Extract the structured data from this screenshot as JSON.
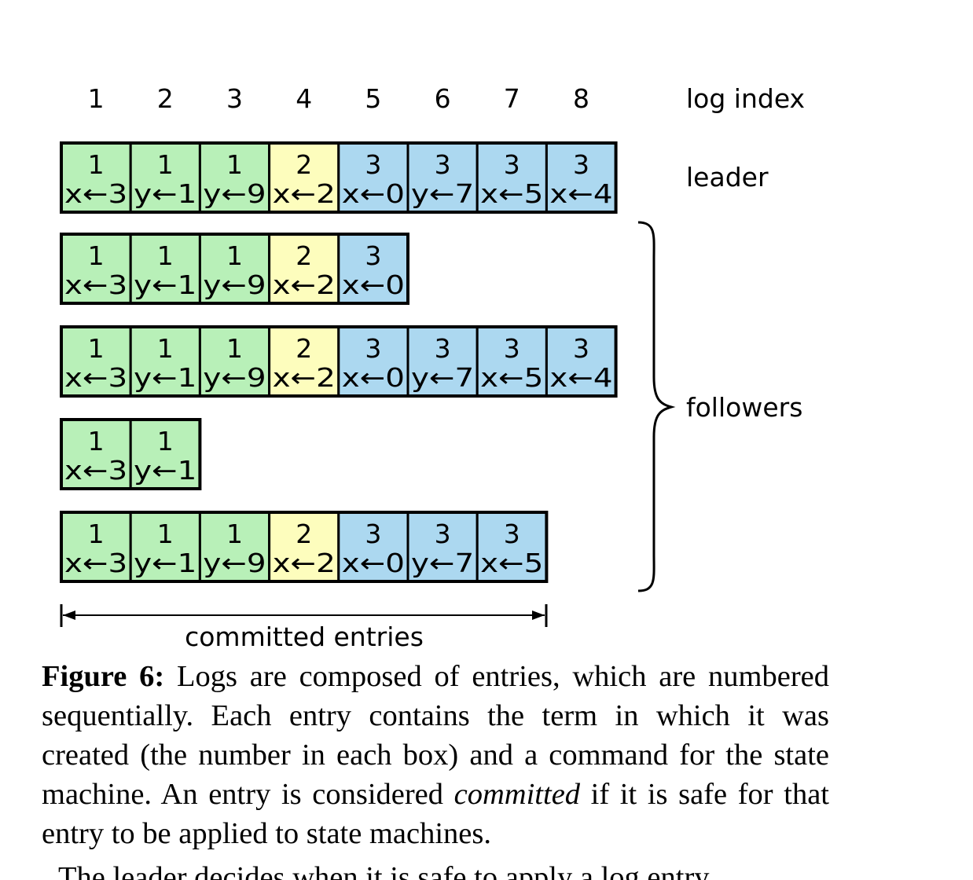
{
  "log_indices": [
    "1",
    "2",
    "3",
    "4",
    "5",
    "6",
    "7",
    "8"
  ],
  "log_index_label": "log index",
  "leader_label": "leader",
  "followers_label": "followers",
  "committed_label": "committed entries",
  "committed_through_index": 7,
  "colors": {
    "term1": "#b8f0b8",
    "term2": "#fdfdbd",
    "term3": "#acd8f0",
    "border": "#000000"
  },
  "logs": [
    {
      "role": "leader",
      "entries": [
        {
          "term": "1",
          "cmd": "x←3"
        },
        {
          "term": "1",
          "cmd": "y←1"
        },
        {
          "term": "1",
          "cmd": "y←9"
        },
        {
          "term": "2",
          "cmd": "x←2"
        },
        {
          "term": "3",
          "cmd": "x←0"
        },
        {
          "term": "3",
          "cmd": "y←7"
        },
        {
          "term": "3",
          "cmd": "x←5"
        },
        {
          "term": "3",
          "cmd": "x←4"
        }
      ]
    },
    {
      "role": "follower",
      "entries": [
        {
          "term": "1",
          "cmd": "x←3"
        },
        {
          "term": "1",
          "cmd": "y←1"
        },
        {
          "term": "1",
          "cmd": "y←9"
        },
        {
          "term": "2",
          "cmd": "x←2"
        },
        {
          "term": "3",
          "cmd": "x←0"
        }
      ]
    },
    {
      "role": "follower",
      "entries": [
        {
          "term": "1",
          "cmd": "x←3"
        },
        {
          "term": "1",
          "cmd": "y←1"
        },
        {
          "term": "1",
          "cmd": "y←9"
        },
        {
          "term": "2",
          "cmd": "x←2"
        },
        {
          "term": "3",
          "cmd": "x←0"
        },
        {
          "term": "3",
          "cmd": "y←7"
        },
        {
          "term": "3",
          "cmd": "x←5"
        },
        {
          "term": "3",
          "cmd": "x←4"
        }
      ]
    },
    {
      "role": "follower",
      "entries": [
        {
          "term": "1",
          "cmd": "x←3"
        },
        {
          "term": "1",
          "cmd": "y←1"
        }
      ]
    },
    {
      "role": "follower",
      "entries": [
        {
          "term": "1",
          "cmd": "x←3"
        },
        {
          "term": "1",
          "cmd": "y←1"
        },
        {
          "term": "1",
          "cmd": "y←9"
        },
        {
          "term": "2",
          "cmd": "x←2"
        },
        {
          "term": "3",
          "cmd": "x←0"
        },
        {
          "term": "3",
          "cmd": "y←7"
        },
        {
          "term": "3",
          "cmd": "x←5"
        }
      ]
    }
  ],
  "caption": {
    "label": "Figure 6:",
    "lines": [
      " Logs are composed of entries, which are numbered",
      "sequentially. Each entry contains the term in which it was",
      "created (the number in each box) and a command for the state",
      "machine. An entry is considered ",
      "entry to be applied to state machines."
    ],
    "emphasis": "committed",
    "line4_tail": " if it is safe for that"
  },
  "next_text": "The leader decides when it is safe to apply a log entry"
}
